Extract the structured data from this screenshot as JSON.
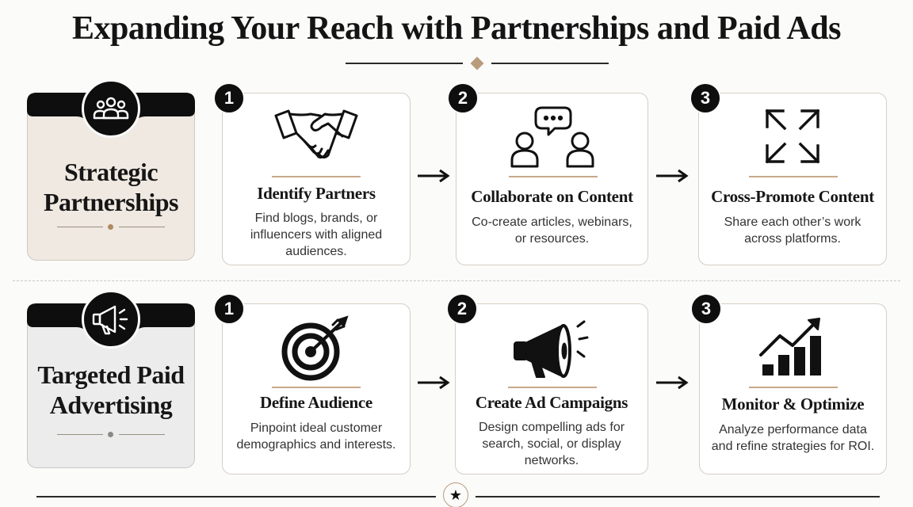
{
  "title": "Expanding Your Reach with Partnerships and Paid Ads",
  "sections": [
    {
      "title_lines": [
        "Strategic",
        "Partnerships"
      ],
      "icon": "people-group-icon",
      "steps": [
        {
          "number": "1",
          "icon": "handshake-icon",
          "title": "Identify Partners",
          "description": "Find blogs, brands, or influencers with aligned audiences."
        },
        {
          "number": "2",
          "icon": "conversation-icon",
          "title": "Collaborate on Content",
          "description": "Co-create articles, webinars, or resources."
        },
        {
          "number": "3",
          "icon": "expand-arrows-icon",
          "title": "Cross-Promote Content",
          "description": "Share each other’s work across platforms."
        }
      ]
    },
    {
      "title_lines": [
        "Targeted Paid",
        "Advertising"
      ],
      "icon": "megaphone-icon",
      "steps": [
        {
          "number": "1",
          "icon": "target-icon",
          "title": "Define Audience",
          "description": "Pinpoint ideal customer demographics and interests."
        },
        {
          "number": "2",
          "icon": "megaphone-icon",
          "title": "Create Ad Campaigns",
          "description": "Design compelling ads for search, social, or display networks."
        },
        {
          "number": "3",
          "icon": "growth-chart-icon",
          "title": "Monitor & Optimize",
          "description": "Analyze performance data and refine strategies for ROI."
        }
      ]
    }
  ],
  "colors": {
    "accent": "#b89c7c",
    "dark": "#0e0e0e",
    "partner_bg": "#efe9e1",
    "ads_bg": "#ececec"
  },
  "footer_icon": "star-icon"
}
